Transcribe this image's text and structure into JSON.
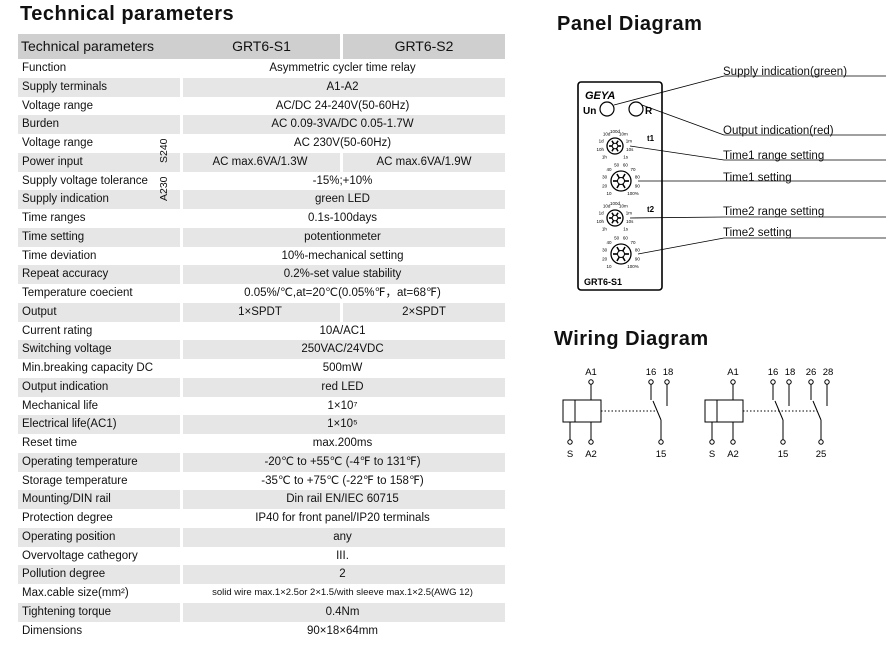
{
  "title": "Technical parameters",
  "table": {
    "headers": [
      "Technical parameters",
      "GRT6-S1",
      "GRT6-S2"
    ],
    "vertical_labels": [
      "S240",
      "A230"
    ],
    "rows": [
      {
        "label": "Function",
        "value": "Asymmetric cycler time relay"
      },
      {
        "label": "Supply terminals",
        "value": "A1-A2"
      },
      {
        "label": "Voltage range",
        "value": "AC/DC 24-240V(50-60Hz)"
      },
      {
        "label": "Burden",
        "value": "AC 0.09-3VA/DC 0.05-1.7W"
      },
      {
        "label": "Voltage range",
        "value": "AC 230V(50-60Hz)"
      },
      {
        "label": "Power input",
        "v1": "AC max.6VA/1.3W",
        "v2": "AC max.6VA/1.9W"
      },
      {
        "label": "Supply voltage tolerance",
        "value": "-15%;+10%"
      },
      {
        "label": "Supply indication",
        "value": "green LED"
      },
      {
        "label": "Time ranges",
        "value": "0.1s-100days"
      },
      {
        "label": "Time setting",
        "value": "potentionmeter"
      },
      {
        "label": "Time deviation",
        "value": "10%-mechanical setting"
      },
      {
        "label": "Repeat accuracy",
        "value": "0.2%-set value stability"
      },
      {
        "label": "Temperature coecient",
        "value": "0.05%/℃,at=20℃(0.05%℉，at=68℉)"
      },
      {
        "label": "Output",
        "v1": "1×SPDT",
        "v2": "2×SPDT"
      },
      {
        "label": "Current rating",
        "value": "10A/AC1"
      },
      {
        "label": "Switching voltage",
        "value": "250VAC/24VDC"
      },
      {
        "label": "Min.breaking capacity DC",
        "value": "500mW"
      },
      {
        "label": "Output indication",
        "value": "red LED"
      },
      {
        "label": "Mechanical life",
        "value": "1×10⁷"
      },
      {
        "label": "Electrical life(AC1)",
        "value": "1×10⁵"
      },
      {
        "label": "Reset time",
        "value": "max.200ms"
      },
      {
        "label": "Operating temperature",
        "value": "-20℃ to +55℃ (-4℉ to 131℉)"
      },
      {
        "label": "Storage temperature",
        "value": "-35℃ to +75℃ (-22℉ to 158℉)"
      },
      {
        "label": "Mounting/DIN rail",
        "value": "Din rail EN/IEC 60715"
      },
      {
        "label": "Protection degree",
        "value": "IP40 for front panel/IP20 terminals"
      },
      {
        "label": "Operating position",
        "value": "any"
      },
      {
        "label": "Overvoltage cathegory",
        "value": "III."
      },
      {
        "label": "Pollution degree",
        "value": "2"
      },
      {
        "label": "Max.cable size(mm²)",
        "value": "solid wire max.1×2.5or 2×1.5/with sleeve max.1×2.5(AWG 12)",
        "small": true
      },
      {
        "label": "Tightening torque",
        "value": "0.4Nm"
      },
      {
        "label": "Dimensions",
        "value": "90×18×64mm"
      }
    ]
  },
  "panel": {
    "title": "Panel Diagram",
    "brand": "GEYA",
    "un": "Un",
    "r": "R",
    "t1": "t1",
    "t2": "t2",
    "model": "GRT6-S1",
    "annotations": [
      "Supply indication(green)",
      "Output indication(red)",
      "Time1 range setting",
      "Time1 setting",
      "Time2 range setting",
      "Time2 setting"
    ],
    "range_ticks": [
      "1h",
      "10h",
      "1d",
      "10d",
      "100d",
      "10m",
      "1m",
      "10s",
      "1s"
    ],
    "scale_ticks": [
      "10",
      "20",
      "30",
      "40",
      "50",
      "60",
      "70",
      "80",
      "90",
      "100%"
    ]
  },
  "wiring": {
    "title": "Wiring Diagram",
    "s1_top": [
      "A1",
      "16",
      "18"
    ],
    "s1_bottom": [
      "S",
      "A2",
      "15"
    ],
    "s2_top": [
      "A1",
      "16",
      "18",
      "26",
      "28"
    ],
    "s2_bottom": [
      "S",
      "A2",
      "15",
      "25"
    ]
  }
}
